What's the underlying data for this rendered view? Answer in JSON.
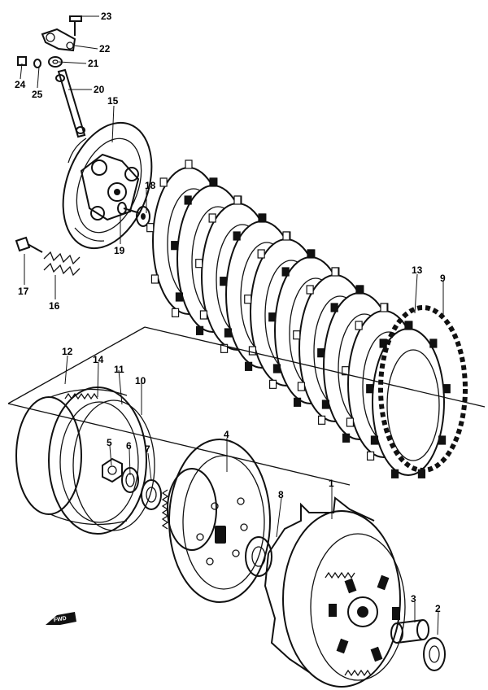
{
  "diagram": {
    "part_labels": [
      "23",
      "22",
      "21",
      "24",
      "25",
      "20",
      "15",
      "18",
      "19",
      "17",
      "16",
      "13",
      "9",
      "12",
      "14",
      "11",
      "10",
      "5",
      "6",
      "7",
      "4",
      "8",
      "1",
      "3",
      "2"
    ]
  },
  "badge": {
    "text": "FWD"
  }
}
